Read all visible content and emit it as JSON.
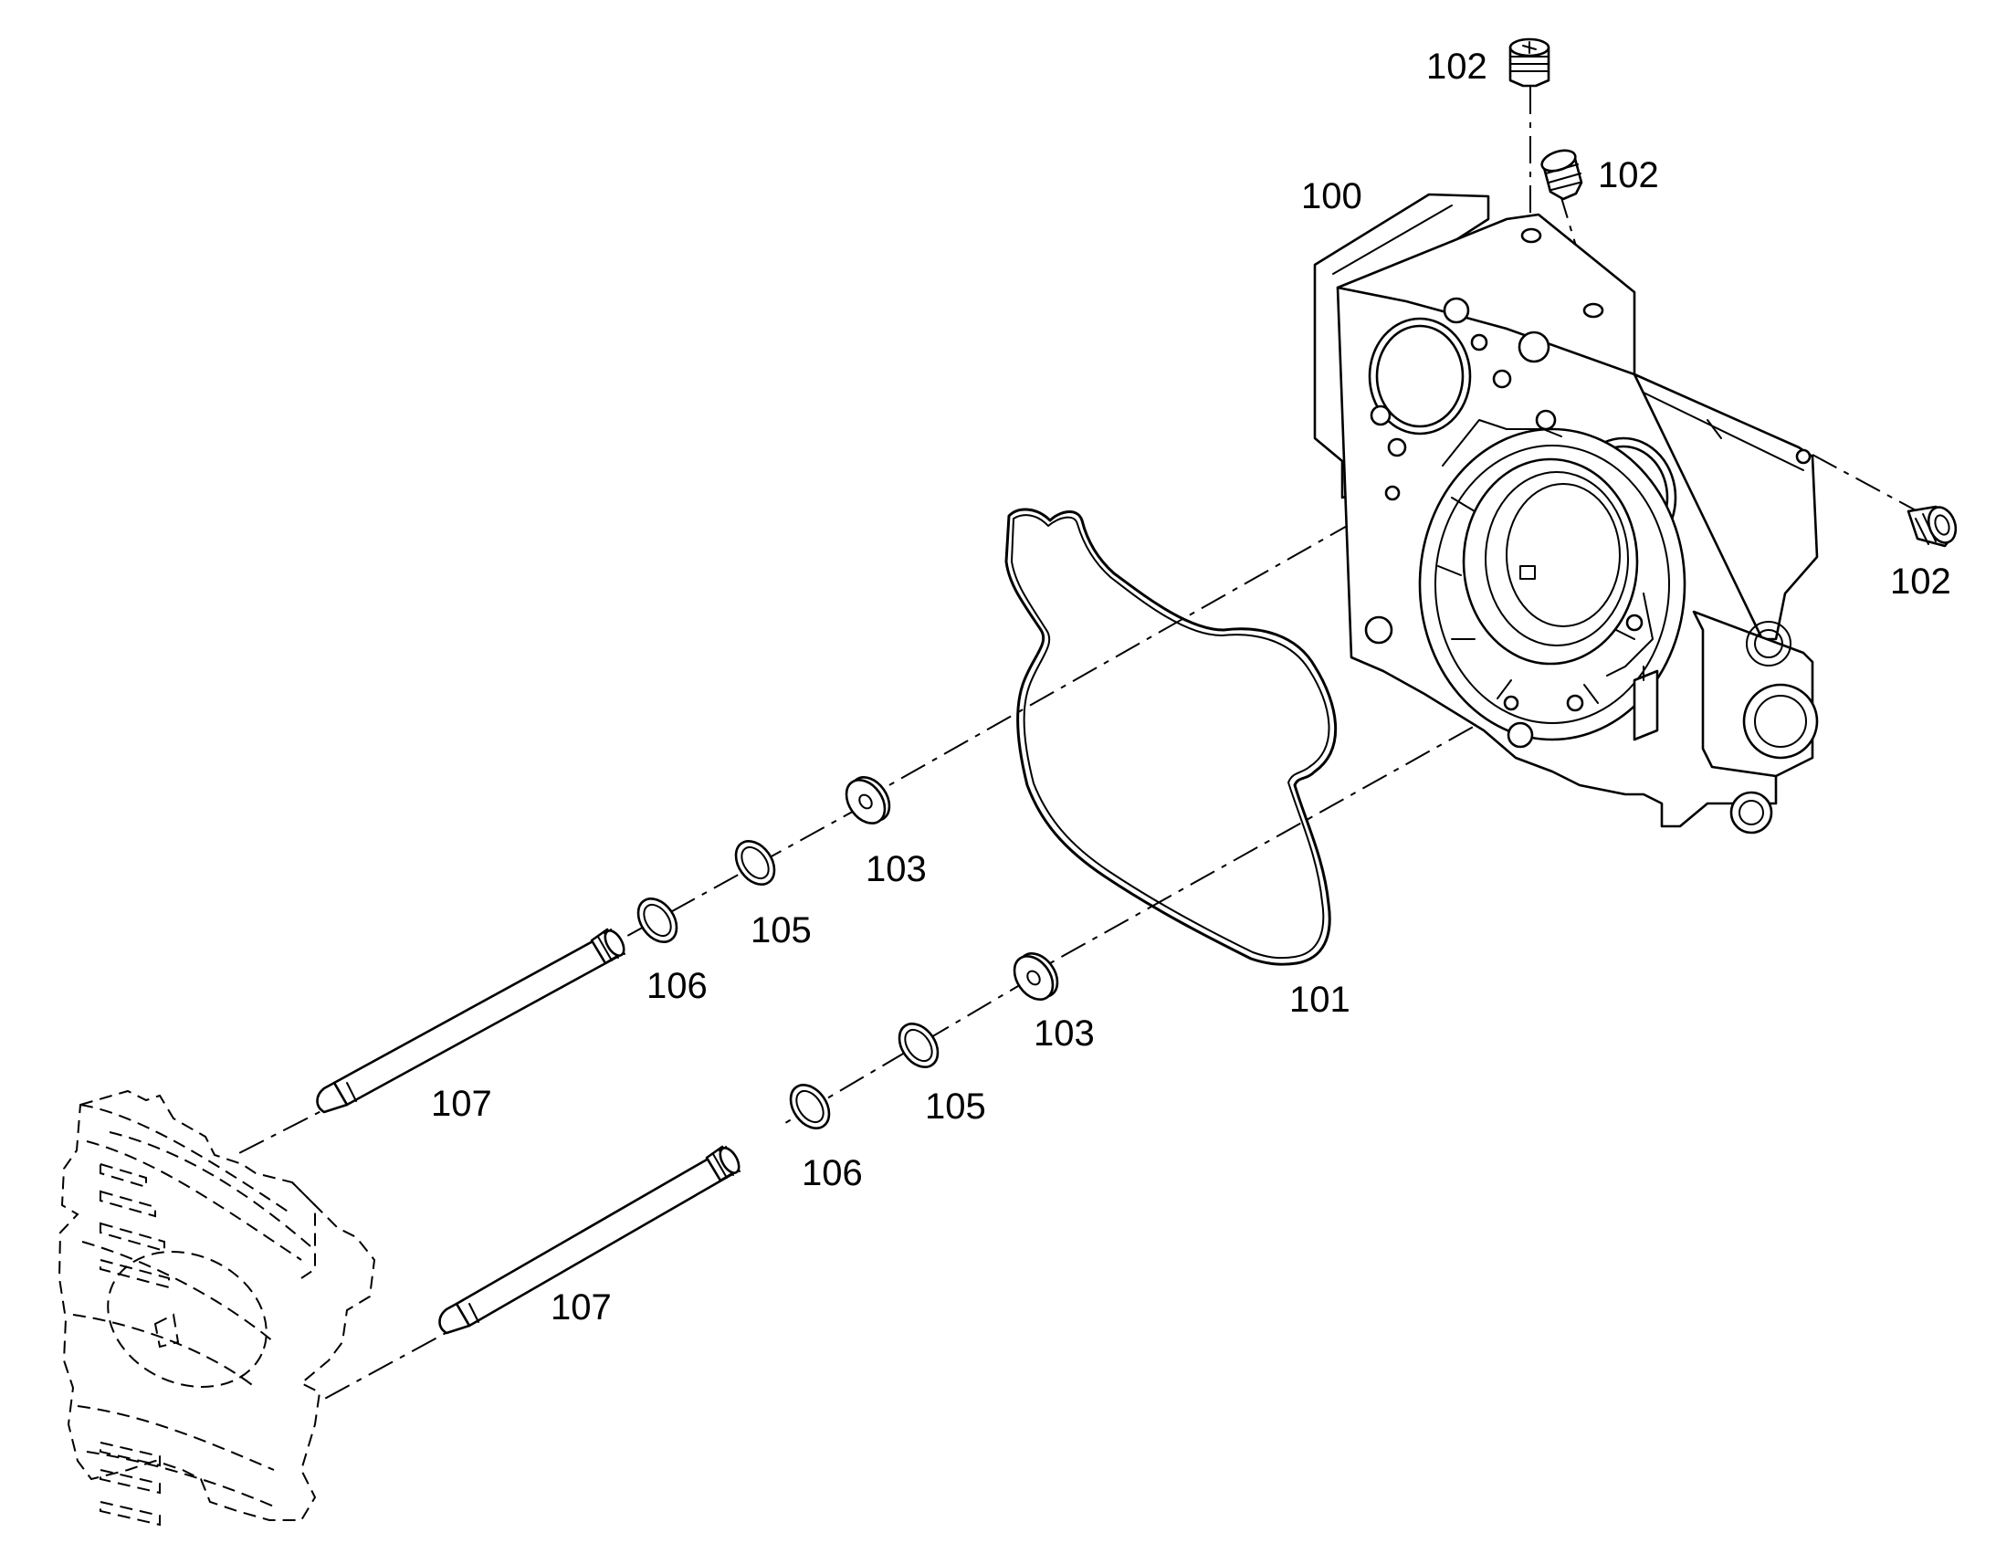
{
  "labels": {
    "housing": "100",
    "gasket": "101",
    "plug_top": "102",
    "plug_upper": "102",
    "plug_side": "102",
    "washer_upper": "103",
    "washer_lower": "103",
    "ring105_upper": "105",
    "ring105_lower": "105",
    "ring106_upper": "106",
    "ring106_lower": "106",
    "pin_upper": "107",
    "pin_lower": "107"
  }
}
